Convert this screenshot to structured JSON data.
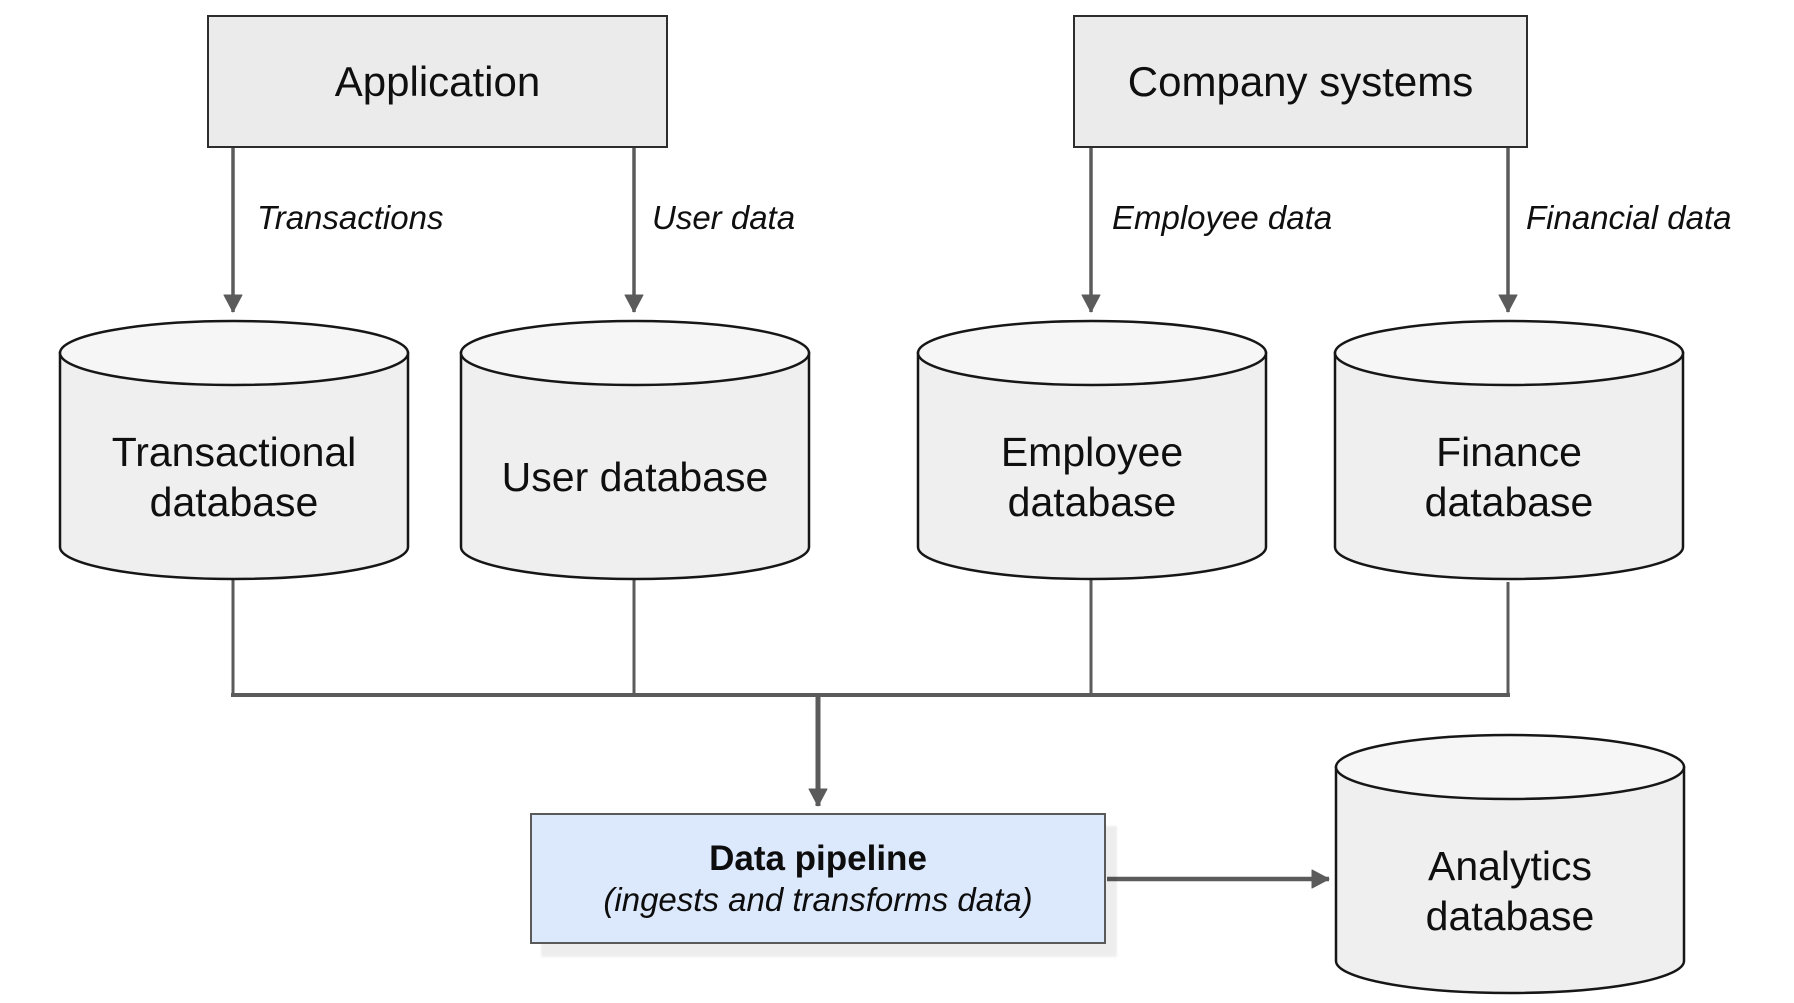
{
  "diagram": {
    "sources": {
      "application": "Application",
      "company_systems": "Company systems"
    },
    "flow_labels": {
      "transactions": "Transactions",
      "user_data": "User data",
      "employee_data": "Employee data",
      "financial_data": "Financial data"
    },
    "databases": {
      "transactional": {
        "line1": "Transactional",
        "line2": "database"
      },
      "user": {
        "line1": "User database",
        "line2": ""
      },
      "employee": {
        "line1": "Employee",
        "line2": "database"
      },
      "finance": {
        "line1": "Finance",
        "line2": "database"
      },
      "analytics": {
        "line1": "Analytics",
        "line2": "database"
      }
    },
    "pipeline": {
      "title": "Data pipeline",
      "subtitle": "(ingests and transforms data)"
    },
    "colors": {
      "source_box_fill": "#ebebeb",
      "source_box_border": "#2d2d2d",
      "cylinder_fill": "#efefef",
      "cylinder_top_fill": "#f6f6f6",
      "cylinder_border": "#161616",
      "pipeline_box_fill": "#dce8fb",
      "pipeline_box_border": "#5a5a5a",
      "connector_gray": "#5b5b5b",
      "text": "#0f0f0f",
      "background": "#ffffff"
    }
  }
}
